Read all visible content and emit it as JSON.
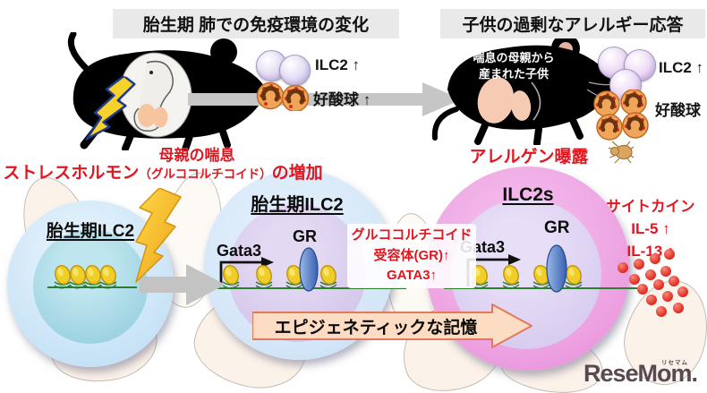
{
  "headers": {
    "left": "胎生期 肺での免疫環境の変化",
    "right": "子供の過剰なアレルギー応答"
  },
  "top_left": {
    "ilc2": "ILC2 ↑",
    "eos": "好酸球 ↑"
  },
  "top_right": {
    "born": [
      "喘息の母親から",
      "産まれた子供"
    ],
    "ilc2": "ILC2 ↑",
    "eos": "好酸球 ↑"
  },
  "stress": {
    "line1": "母親の喘息",
    "line2_a": "ストレスホルモン",
    "line2_b": "（グルココルチコイド）",
    "line2_c": "の増加"
  },
  "allergen": {
    "label": "アレルゲン曝露"
  },
  "cell_left": {
    "title": "胎生期ILC2"
  },
  "cell_mid": {
    "title": "胎生期ILC2",
    "gata3": "Gata3",
    "gr": "GR"
  },
  "cell_right": {
    "title": "ILC2s",
    "gata3": "Gata3",
    "gr": "GR"
  },
  "gr_note": {
    "l1": "グルココルチコイド",
    "l2": "受容体(GR)↑",
    "l3": "GATA3↑"
  },
  "cytokines": {
    "title": "サイトカイン",
    "il5": "IL-5 ↑",
    "il13": "IL-13 ↑"
  },
  "memory_arrow": {
    "label": "エピジェネティックな記憶"
  },
  "logo": {
    "text": "ReseMom.",
    "ruby": "リセマム"
  },
  "colors": {
    "accent_red": "#e1161f",
    "header_bg": "#e9e9e9",
    "left_cell": "#c6e2f6",
    "left_nucleus": "#9bd1e0",
    "mid_nucleus": "#d2c3ea",
    "right_cell": "#ec9fe0",
    "right_nucleus": "#d6c9ee",
    "memory_arrow_fill": "#fcdcc2",
    "lightning_gold": "#f3b31c",
    "gr_protein_blue": "#3860b0",
    "logo_color": "#584a50"
  }
}
